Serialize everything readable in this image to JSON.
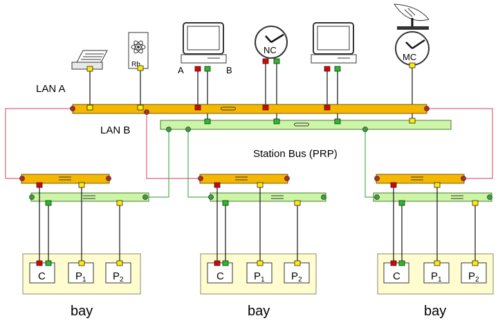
{
  "labels": {
    "lan_a": "LAN A",
    "lan_b": "LAN B",
    "station_bus": "Station Bus (PRP)",
    "port_a": "A",
    "port_b": "B",
    "rb": "Rb",
    "nc": "NC",
    "mc": "MC"
  },
  "bays": [
    {
      "label": "bay",
      "devices": [
        {
          "name": "C",
          "sub": ""
        },
        {
          "name": "P",
          "sub": "1"
        },
        {
          "name": "P",
          "sub": "2"
        }
      ]
    },
    {
      "label": "bay",
      "devices": [
        {
          "name": "C",
          "sub": ""
        },
        {
          "name": "P",
          "sub": "1"
        },
        {
          "name": "P",
          "sub": "2"
        }
      ]
    },
    {
      "label": "bay",
      "devices": [
        {
          "name": "C",
          "sub": ""
        },
        {
          "name": "P",
          "sub": "1"
        },
        {
          "name": "P",
          "sub": "2"
        }
      ]
    }
  ],
  "colors": {
    "lan_a": "#f5b800",
    "lan_b": "#ccf5a8",
    "port_a": "#e00000",
    "port_b": "#22c022",
    "single_port": "#ffee00",
    "bay_fill": "#fffdd0"
  },
  "icons": [
    "printer-icon",
    "rubidium-clock-icon",
    "workstation-icon",
    "network-clock-icon",
    "satellite-dish-icon",
    "master-clock-icon",
    "switch-icon"
  ]
}
